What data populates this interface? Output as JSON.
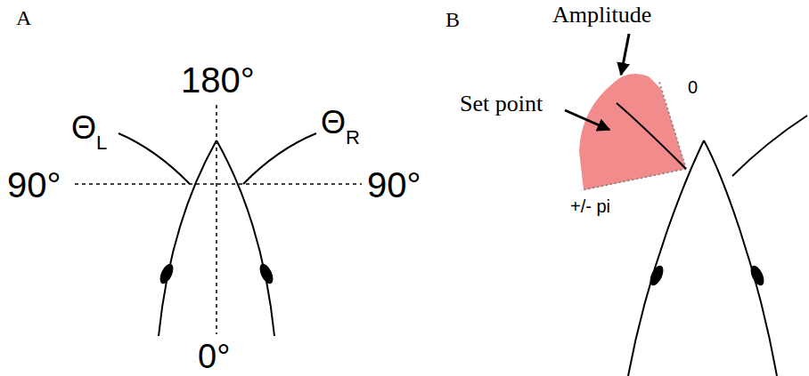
{
  "diagram": {
    "labels": [
      "A",
      "180°",
      "Θ",
      "L",
      "Θ",
      "R",
      "90°",
      "90°",
      "0°",
      "B",
      "Amplitude",
      "0",
      "Set point",
      "+/- pi"
    ]
  }
}
